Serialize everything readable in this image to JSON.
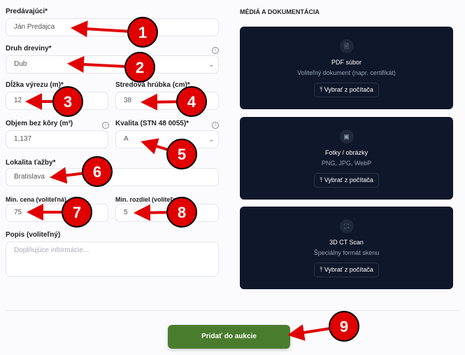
{
  "form": {
    "seller": {
      "label": "Predávajúci*",
      "value": "Ján Predajca"
    },
    "wood_type": {
      "label": "Druh dreviny*",
      "value": "Dub"
    },
    "length": {
      "label": "Dĺžka výrezu (m)*",
      "value": "12"
    },
    "diameter": {
      "label": "Stredová hrúbka (cm)*",
      "value": "38"
    },
    "volume": {
      "label": "Objem bez kôry (m³)",
      "value": "1,137"
    },
    "quality": {
      "label": "Kvalita (STN 48 0055)*",
      "value": "A"
    },
    "location": {
      "label": "Lokalita ťažby*",
      "value": "Bratislava"
    },
    "min_price": {
      "label": "Min. cena (voliteľná)",
      "value": "75"
    },
    "min_step": {
      "label": "Min. rozdiel (voliteľná)",
      "value": "5"
    },
    "description": {
      "label": "Popis (voliteľný)",
      "placeholder": "Doplňujúce informácie..."
    }
  },
  "media": {
    "title": "MÉDIÁ A DOKUMENTÁCIA",
    "cards": [
      {
        "icon": "file-icon",
        "title": "PDF súbor",
        "subtitle": "Voliteľný dokument (napr. certifikát)",
        "button": "Vybrať z počítača"
      },
      {
        "icon": "image-icon",
        "title": "Fotky / obrázky",
        "subtitle": "PNG, JPG, WebP",
        "button": "Vybrať z počítača"
      },
      {
        "icon": "scan-icon",
        "title": "3D CT Scan",
        "subtitle": "Špeciálny formát skenu",
        "button": "Vybrať z počítača"
      }
    ]
  },
  "submit_label": "Pridať do aukcie",
  "annotations": [
    "1",
    "2",
    "3",
    "4",
    "5",
    "6",
    "7",
    "8",
    "9"
  ],
  "colors": {
    "card": "#0f172a",
    "submit": "#4a7c2e",
    "annotation": "#e00000"
  }
}
